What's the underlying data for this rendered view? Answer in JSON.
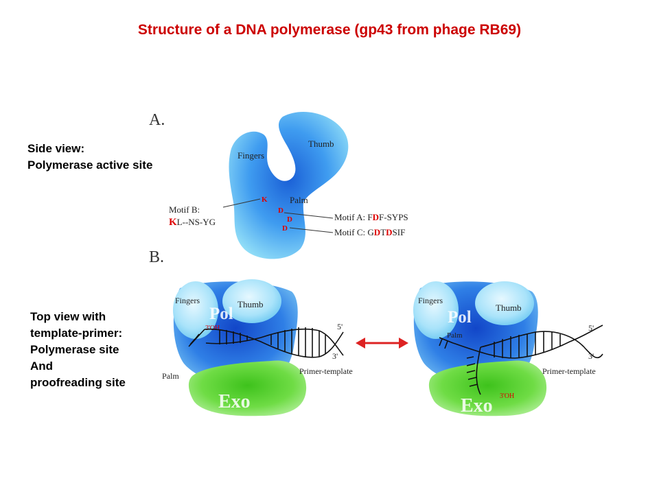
{
  "title": "Structure of a DNA polymerase (gp43 from phage RB69)",
  "side_caption": [
    "Side view:",
    "Polymerase active site"
  ],
  "top_caption": [
    "Top view with",
    "template-primer:",
    "Polymerase site",
    "And",
    "proofreading site"
  ],
  "panel_a": {
    "label": "A.",
    "thumb": "Thumb",
    "fingers": "Fingers",
    "palm": "Palm",
    "residue_k": "K",
    "residue_d1": "D",
    "residue_d2": "D",
    "residue_d3": "D",
    "motif_b_title": "Motif B:",
    "motif_b_seq_red": "K",
    "motif_b_seq_rest": "L--NS-YG",
    "motif_a_prefix": "Motif A: F",
    "motif_a_red": "D",
    "motif_a_suffix": "F-SYPS",
    "motif_c_prefix": "Motif C: G",
    "motif_c_red1": "D",
    "motif_c_mid": "T",
    "motif_c_red2": "D",
    "motif_c_suffix": "SIF"
  },
  "panel_b": {
    "label": "B.",
    "left": {
      "fingers": "Fingers",
      "pol": "Pol",
      "thumb": "Thumb",
      "oh": "3'OH",
      "five_prime": "5'",
      "three_prime": "3'",
      "primer_template": "Primer-template",
      "palm": "Palm",
      "exo": "Exo"
    },
    "right": {
      "fingers": "Fingers",
      "pol": "Pol",
      "thumb": "Thumb",
      "palm": "Palm",
      "five_prime": "5'",
      "three_prime": "3'",
      "primer_template": "Primer-template",
      "oh": "3'OH",
      "exo": "Exo"
    }
  },
  "colors": {
    "title": "#cc0000",
    "blue": "#2a6fe0",
    "light_blue": "#7fd3f5",
    "green": "#7ee25a",
    "red_text": "#dd0000"
  }
}
